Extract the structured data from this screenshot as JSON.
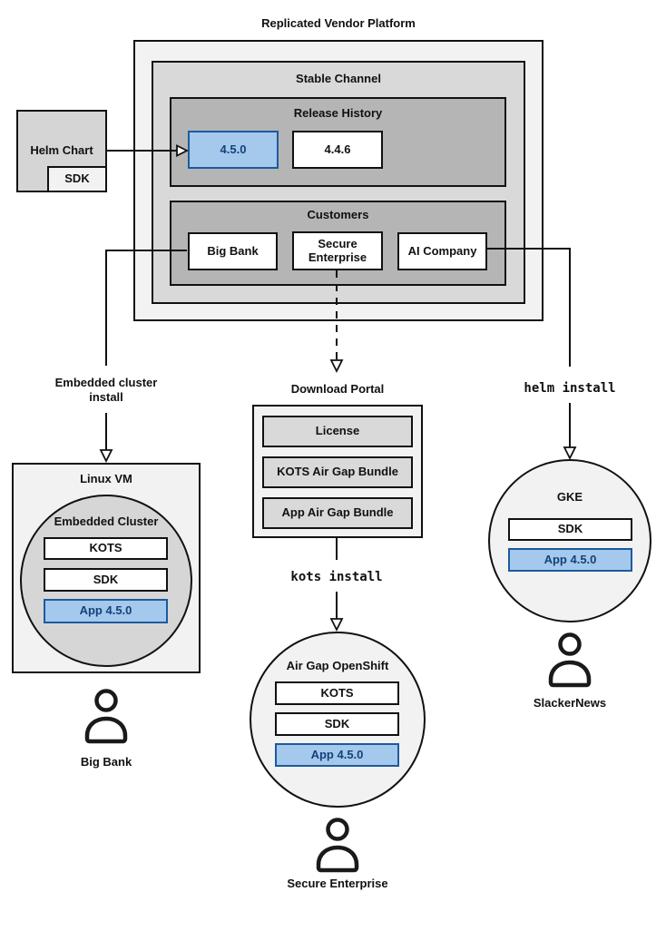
{
  "diagram_title": "Replicated Vendor Platform",
  "colors": {
    "highlight_fill": "#a4c9ec",
    "highlight_border": "#1d5a9e",
    "highlight_text": "#15417a",
    "container_lightest": "#f2f2f2",
    "container_light": "#d9d9d9",
    "container_mid": "#b5b5b5"
  },
  "platform": {
    "stable_channel": {
      "label": "Stable Channel"
    },
    "release_history": {
      "label": "Release History",
      "releases": [
        {
          "version": "4.5.0",
          "highlighted": true
        },
        {
          "version": "4.4.6",
          "highlighted": false
        }
      ]
    },
    "customers": {
      "label": "Customers",
      "items": [
        "Big Bank",
        "Secure Enterprise",
        "AI Company"
      ]
    }
  },
  "helm_chart": {
    "label": "Helm Chart",
    "sdk": "SDK"
  },
  "branches": {
    "embedded": {
      "install_label": "Embedded cluster install",
      "host": "Linux VM",
      "cluster": "Embedded Cluster",
      "components": [
        "KOTS",
        "SDK",
        "App 4.5.0"
      ],
      "user": "Big Bank"
    },
    "airgap": {
      "portal": {
        "title": "Download Portal",
        "items": [
          "License",
          "KOTS Air Gap Bundle",
          "App Air Gap Bundle"
        ]
      },
      "install_label": "kots install",
      "host": "Air Gap OpenShift",
      "components": [
        "KOTS",
        "SDK",
        "App 4.5.0"
      ],
      "user": "Secure Enterprise"
    },
    "helm": {
      "install_label": "helm install",
      "host": "GKE",
      "components": [
        "SDK",
        "App 4.5.0"
      ],
      "user": "SlackerNews"
    }
  }
}
